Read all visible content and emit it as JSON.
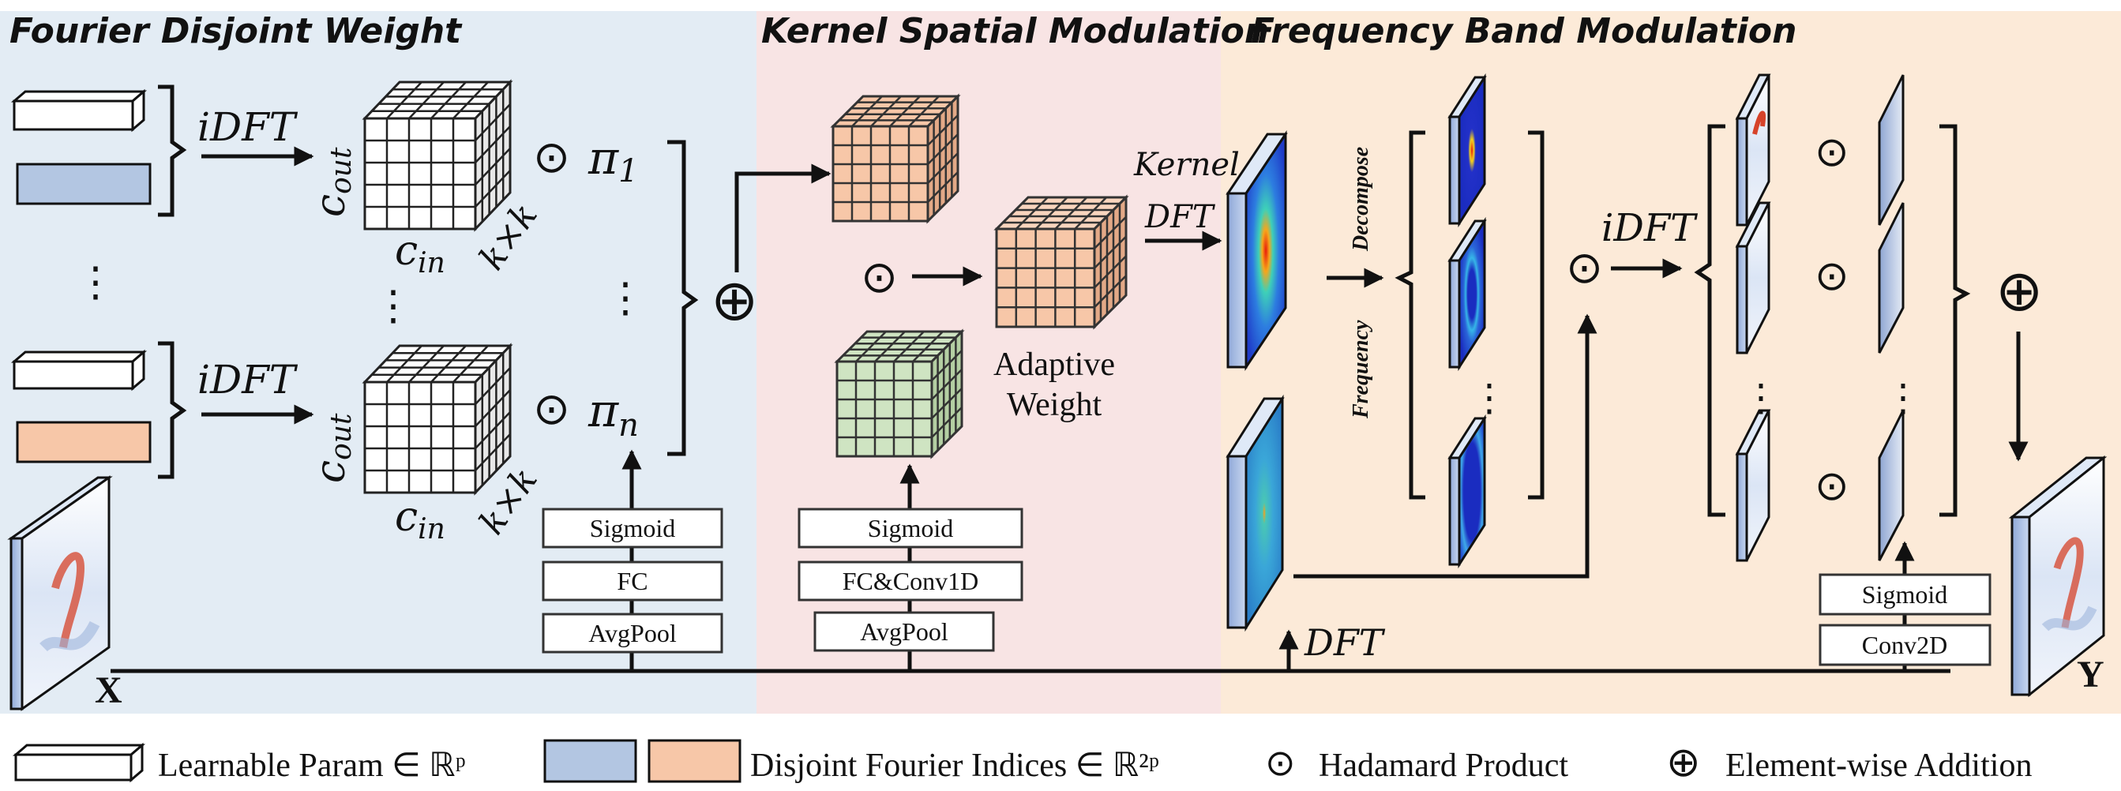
{
  "sections": {
    "fdw_title": "Fourier Disjoint Weight",
    "ksm_title": "Kernel Spatial Modulation",
    "fbm_title": "Frequency Band Modulation"
  },
  "colors": {
    "fdw_bg": "#e3ecf4",
    "ksm_bg": "#f8e4e4",
    "fbm_bg": "#fcead8",
    "blue_param": "#b3c6e2",
    "orange_param": "#f7c7a8",
    "orange_cube": "#f7c7a8",
    "green_cube": "#cfe4c2",
    "heat_hot": "#e02010",
    "heat_cold": "#1a2cc0"
  },
  "fdw": {
    "idft_top": "iDFT",
    "idft_bottom": "iDFT",
    "cout": "c",
    "cout_sub": "out",
    "cin": "c",
    "cin_sub": "in",
    "kxk": "k×k",
    "pi1": "π",
    "pi1_sub": "1",
    "pin": "π",
    "pin_sub": "n",
    "dots": "⋮",
    "hadamard": "⊙",
    "add": "⊕",
    "sigmoid": "Sigmoid",
    "fc": "FC",
    "avgpool": "AvgPool",
    "input_label": "X"
  },
  "ksm": {
    "hadamard": "⊙",
    "adaptive_weight_line1": "Adaptive",
    "adaptive_weight_line2": "Weight",
    "sigmoid": "Sigmoid",
    "fc_conv": "FC&Conv1D",
    "avgpool": "AvgPool"
  },
  "fbm": {
    "kernel": "Kernel",
    "dft_top": "DFT",
    "dft_bottom": "DFT",
    "frequency": "Frequency",
    "decompose": "Decompose",
    "idft": "iDFT",
    "hadamard": "⊙",
    "add": "⊕",
    "dots": "⋮",
    "sigmoid": "Sigmoid",
    "conv2d": "Conv2D",
    "output_label": "Y"
  },
  "legend": {
    "learnable": "Learnable Param ∈ ℝᵖ",
    "disjoint": "Disjoint Fourier Indices ∈ ℝ²ᵖ",
    "hadamard_sym": "⊙",
    "hadamard": "Hadamard Product",
    "add_sym": "⊕",
    "add": "Element-wise Addition"
  }
}
